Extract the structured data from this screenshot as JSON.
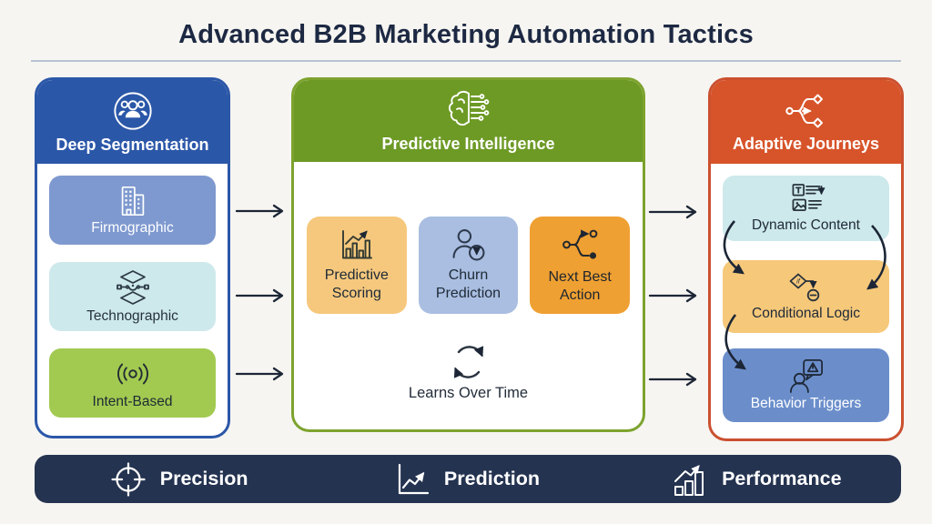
{
  "title": "Advanced B2B Marketing Automation Tactics",
  "arrow_color": "#1c2636",
  "columns": [
    {
      "header": {
        "label": "Deep Segmentation",
        "icon": "people-group-icon",
        "bg": "#2b57a8"
      },
      "border_color": "#2b57a8",
      "cards": [
        {
          "label": "Firmographic",
          "icon": "buildings-icon",
          "bg": "#7e99cf",
          "text_color": "#ffffff"
        },
        {
          "label": "Technographic",
          "icon": "tech-stack-icon",
          "bg": "#cee9ec",
          "text_color": "#26323e"
        },
        {
          "label": "Intent-Based",
          "icon": "intent-signal-icon",
          "bg": "#a2ca51",
          "text_color": "#1e2a33"
        }
      ]
    },
    {
      "header": {
        "label": "Predictive Intelligence",
        "icon": "brain-circuit-icon",
        "bg": "#6d9a25"
      },
      "border_color": "#7da32e",
      "cards": [
        {
          "label": "Predictive Scoring",
          "icon": "score-chart-icon",
          "bg": "#f6c87d",
          "text_color": "#202b38"
        },
        {
          "label": "Churn Prediction",
          "icon": "churn-user-icon",
          "bg": "#a9bee1",
          "text_color": "#202b38"
        },
        {
          "label": "Next Best Action",
          "icon": "next-action-icon",
          "bg": "#efa032",
          "text_color": "#20262e"
        }
      ],
      "footer": {
        "label": "Learns Over Time",
        "icon": "cycle-icon",
        "text_color": "#232d39"
      }
    },
    {
      "header": {
        "label": "Adaptive Journeys",
        "icon": "journey-branch-icon",
        "bg": "#d7542a"
      },
      "border_color": "#cb5030",
      "cards": [
        {
          "label": "Dynamic Content",
          "icon": "dynamic-content-icon",
          "bg": "#cde9ec",
          "text_color": "#202b38"
        },
        {
          "label": "Conditional Logic",
          "icon": "conditional-logic-icon",
          "bg": "#f6c87a",
          "text_color": "#202b38"
        },
        {
          "label": "Behavior Triggers",
          "icon": "behavior-trigger-icon",
          "bg": "#6b8ecb",
          "text_color": "#ffffff"
        }
      ]
    }
  ],
  "footer_bar": {
    "bg": "#243350",
    "items": [
      {
        "label": "Precision",
        "icon": "crosshair-icon"
      },
      {
        "label": "Prediction",
        "icon": "trend-line-icon"
      },
      {
        "label": "Performance",
        "icon": "bar-growth-icon"
      }
    ]
  }
}
